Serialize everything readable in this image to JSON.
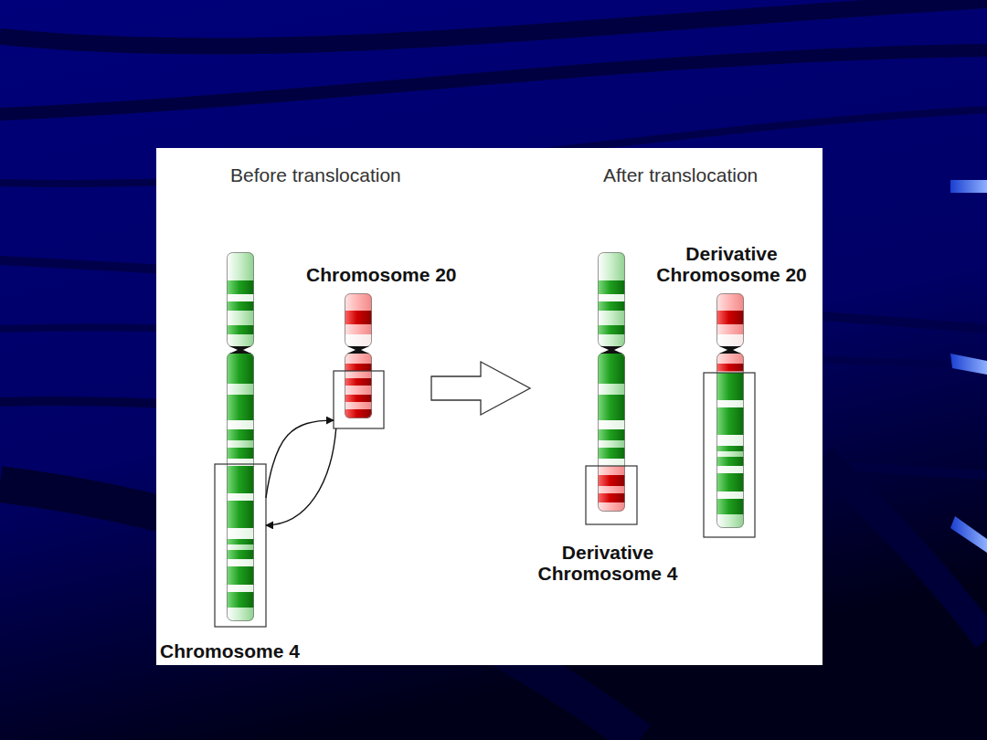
{
  "diagram": {
    "nodes": [
      {
        "text": [
          "Chromosome 4"
        ]
      },
      {
        "text": [
          "Chromosome 20"
        ]
      },
      {
        "text": [
          "Derivative Chromosome 4"
        ]
      },
      {
        "text": [
          "Derivative Chromosome 20"
        ]
      }
    ],
    "edges": [
      {
        "from": 0,
        "to": 1,
        "arrow": "to"
      },
      {
        "from": 1,
        "to": 0,
        "arrow": "to"
      }
    ],
    "labels": [
      "Before translocation",
      "After translocation"
    ]
  }
}
